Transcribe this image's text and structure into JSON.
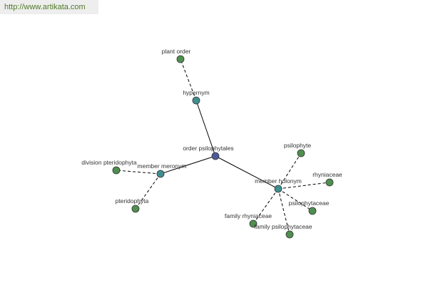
{
  "watermark": "http://www.artikata.com",
  "colors": {
    "center": "#4d5a9a",
    "relation": "#3f8f8f",
    "leaf": "#4f8f4f",
    "edge": "#000000"
  },
  "nodes": [
    {
      "id": "center",
      "label": "order psilophytales",
      "kind": "center"
    },
    {
      "id": "hypernym",
      "label": "hypernym",
      "kind": "relation"
    },
    {
      "id": "meronym",
      "label": "member meronym",
      "kind": "relation"
    },
    {
      "id": "holonym",
      "label": "member holonym",
      "kind": "relation"
    },
    {
      "id": "plant-order",
      "label": "plant order",
      "kind": "leaf"
    },
    {
      "id": "division-pteridophyta",
      "label": "division pteridophyta",
      "kind": "leaf"
    },
    {
      "id": "pteridophyta",
      "label": "pteridophyta",
      "kind": "leaf"
    },
    {
      "id": "psilophyte",
      "label": "psilophyte",
      "kind": "leaf"
    },
    {
      "id": "rhyniaceae",
      "label": "rhyniaceae",
      "kind": "leaf"
    },
    {
      "id": "psilophytaceae",
      "label": "psilophytaceae",
      "kind": "leaf"
    },
    {
      "id": "family-rhyniaceae",
      "label": "family rhyniaceae",
      "kind": "leaf"
    },
    {
      "id": "family-psilophytaceae",
      "label": "family psilophytaceae",
      "kind": "leaf"
    }
  ],
  "edges": [
    {
      "from": "center",
      "to": "hypernym",
      "style": "solid"
    },
    {
      "from": "center",
      "to": "meronym",
      "style": "solid"
    },
    {
      "from": "center",
      "to": "holonym",
      "style": "solid"
    },
    {
      "from": "hypernym",
      "to": "plant-order",
      "style": "dashed"
    },
    {
      "from": "meronym",
      "to": "division-pteridophyta",
      "style": "dashed"
    },
    {
      "from": "meronym",
      "to": "pteridophyta",
      "style": "dashed"
    },
    {
      "from": "holonym",
      "to": "psilophyte",
      "style": "dashed"
    },
    {
      "from": "holonym",
      "to": "rhyniaceae",
      "style": "dashed"
    },
    {
      "from": "holonym",
      "to": "psilophytaceae",
      "style": "dashed"
    },
    {
      "from": "holonym",
      "to": "family-rhyniaceae",
      "style": "dashed"
    },
    {
      "from": "holonym",
      "to": "family-psilophytaceae",
      "style": "dashed"
    }
  ]
}
